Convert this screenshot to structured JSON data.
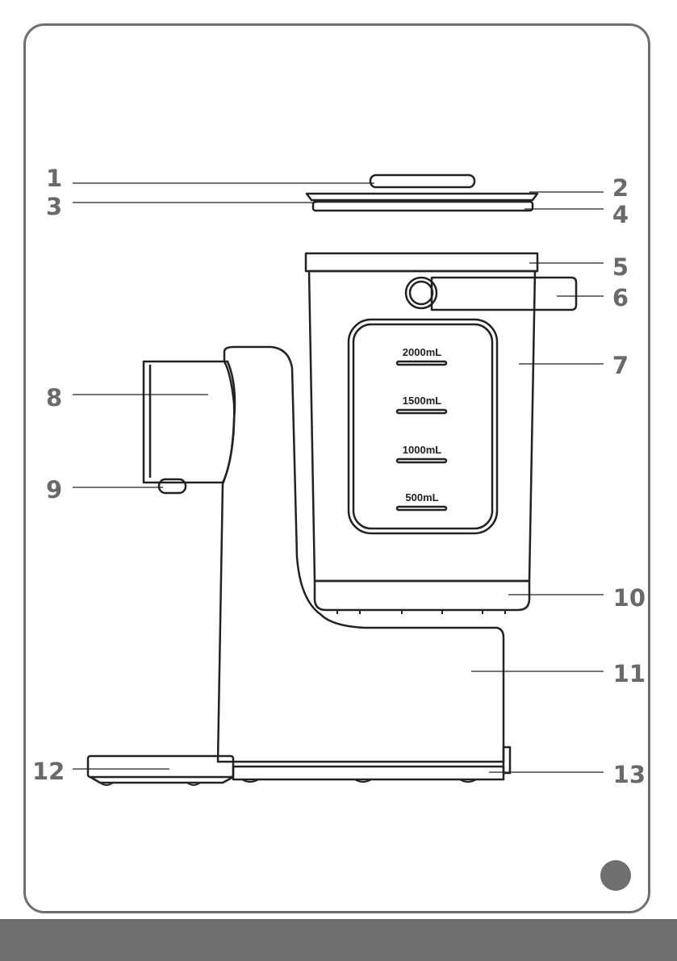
{
  "colors": {
    "frame": "#6f6f6f",
    "label": "#6a6a6a",
    "line": "#222222"
  },
  "callouts": [
    {
      "number": "1"
    },
    {
      "number": "2"
    },
    {
      "number": "3"
    },
    {
      "number": "4"
    },
    {
      "number": "5"
    },
    {
      "number": "6"
    },
    {
      "number": "7"
    },
    {
      "number": "8"
    },
    {
      "number": "9"
    },
    {
      "number": "10"
    },
    {
      "number": "11"
    },
    {
      "number": "12"
    },
    {
      "number": "13"
    }
  ],
  "measurements": [
    "2000mL",
    "1500mL",
    "1000mL",
    "500mL"
  ]
}
